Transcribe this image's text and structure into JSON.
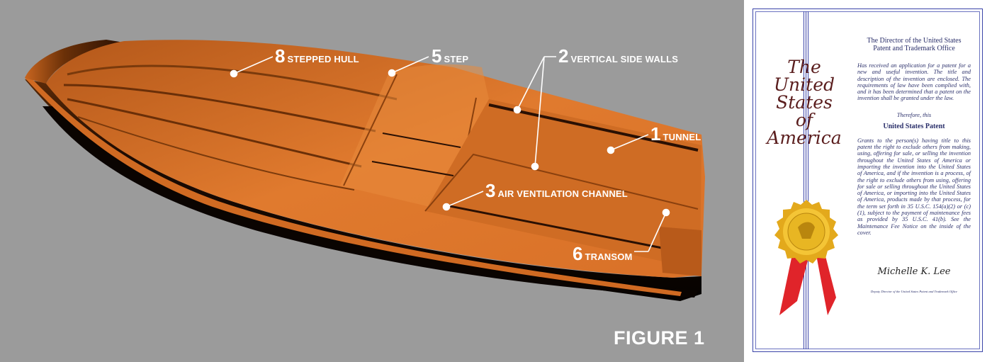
{
  "figure": {
    "label": "FIGURE 1",
    "callouts": [
      {
        "number": "8",
        "label": "STEPPED HULL"
      },
      {
        "number": "5",
        "label": "STEP"
      },
      {
        "number": "2",
        "label": "VERTICAL SIDE WALLS"
      },
      {
        "number": "1",
        "label": "TUNNEL"
      },
      {
        "number": "3",
        "label": "AIR VENTILATION CHANNEL"
      },
      {
        "number": "6",
        "label": "TRANSOM"
      }
    ],
    "colors": {
      "background": "#9b9b9b",
      "hull": "#e37a2c",
      "hull_dark": "#1a0a02",
      "callout": "#ffffff"
    }
  },
  "patent": {
    "seal_title": [
      "The",
      "United",
      "States",
      "of",
      "America"
    ],
    "heading": "The Director of the United States Patent and Trademark Office",
    "para1": "Has received an application for a patent for a new and useful invention. The title and description of the invention are enclosed. The requirements of law have been complied with, and it has been determined that a patent on the invention shall be granted under the law.",
    "therefore": "Therefore, this",
    "patent_title": "United States Patent",
    "para2": "Grants to the person(s) having title to this patent the right to exclude others from making, using, offering for sale, or selling the invention throughout the United States of America or importing the invention into the United States of America, and if the invention is a process, of the right to exclude others from using, offering for sale or selling throughout the United States of America, or importing into the United States of America, products made by that process, for the term set forth in 35 U.S.C. 154(a)(2) or (c)(1), subject to the payment of maintenance fees as provided by 35 U.S.C. 41(b). See the Maintenance Fee Notice on the inside of the cover.",
    "signature": "Michelle K. Lee",
    "signer": "Deputy Director of the United States Patent and Trademark Office",
    "colors": {
      "frame": "#3a44a8",
      "seal": "#e8b623",
      "ribbon": "#e0242a",
      "title": "#5a1d1d"
    }
  }
}
